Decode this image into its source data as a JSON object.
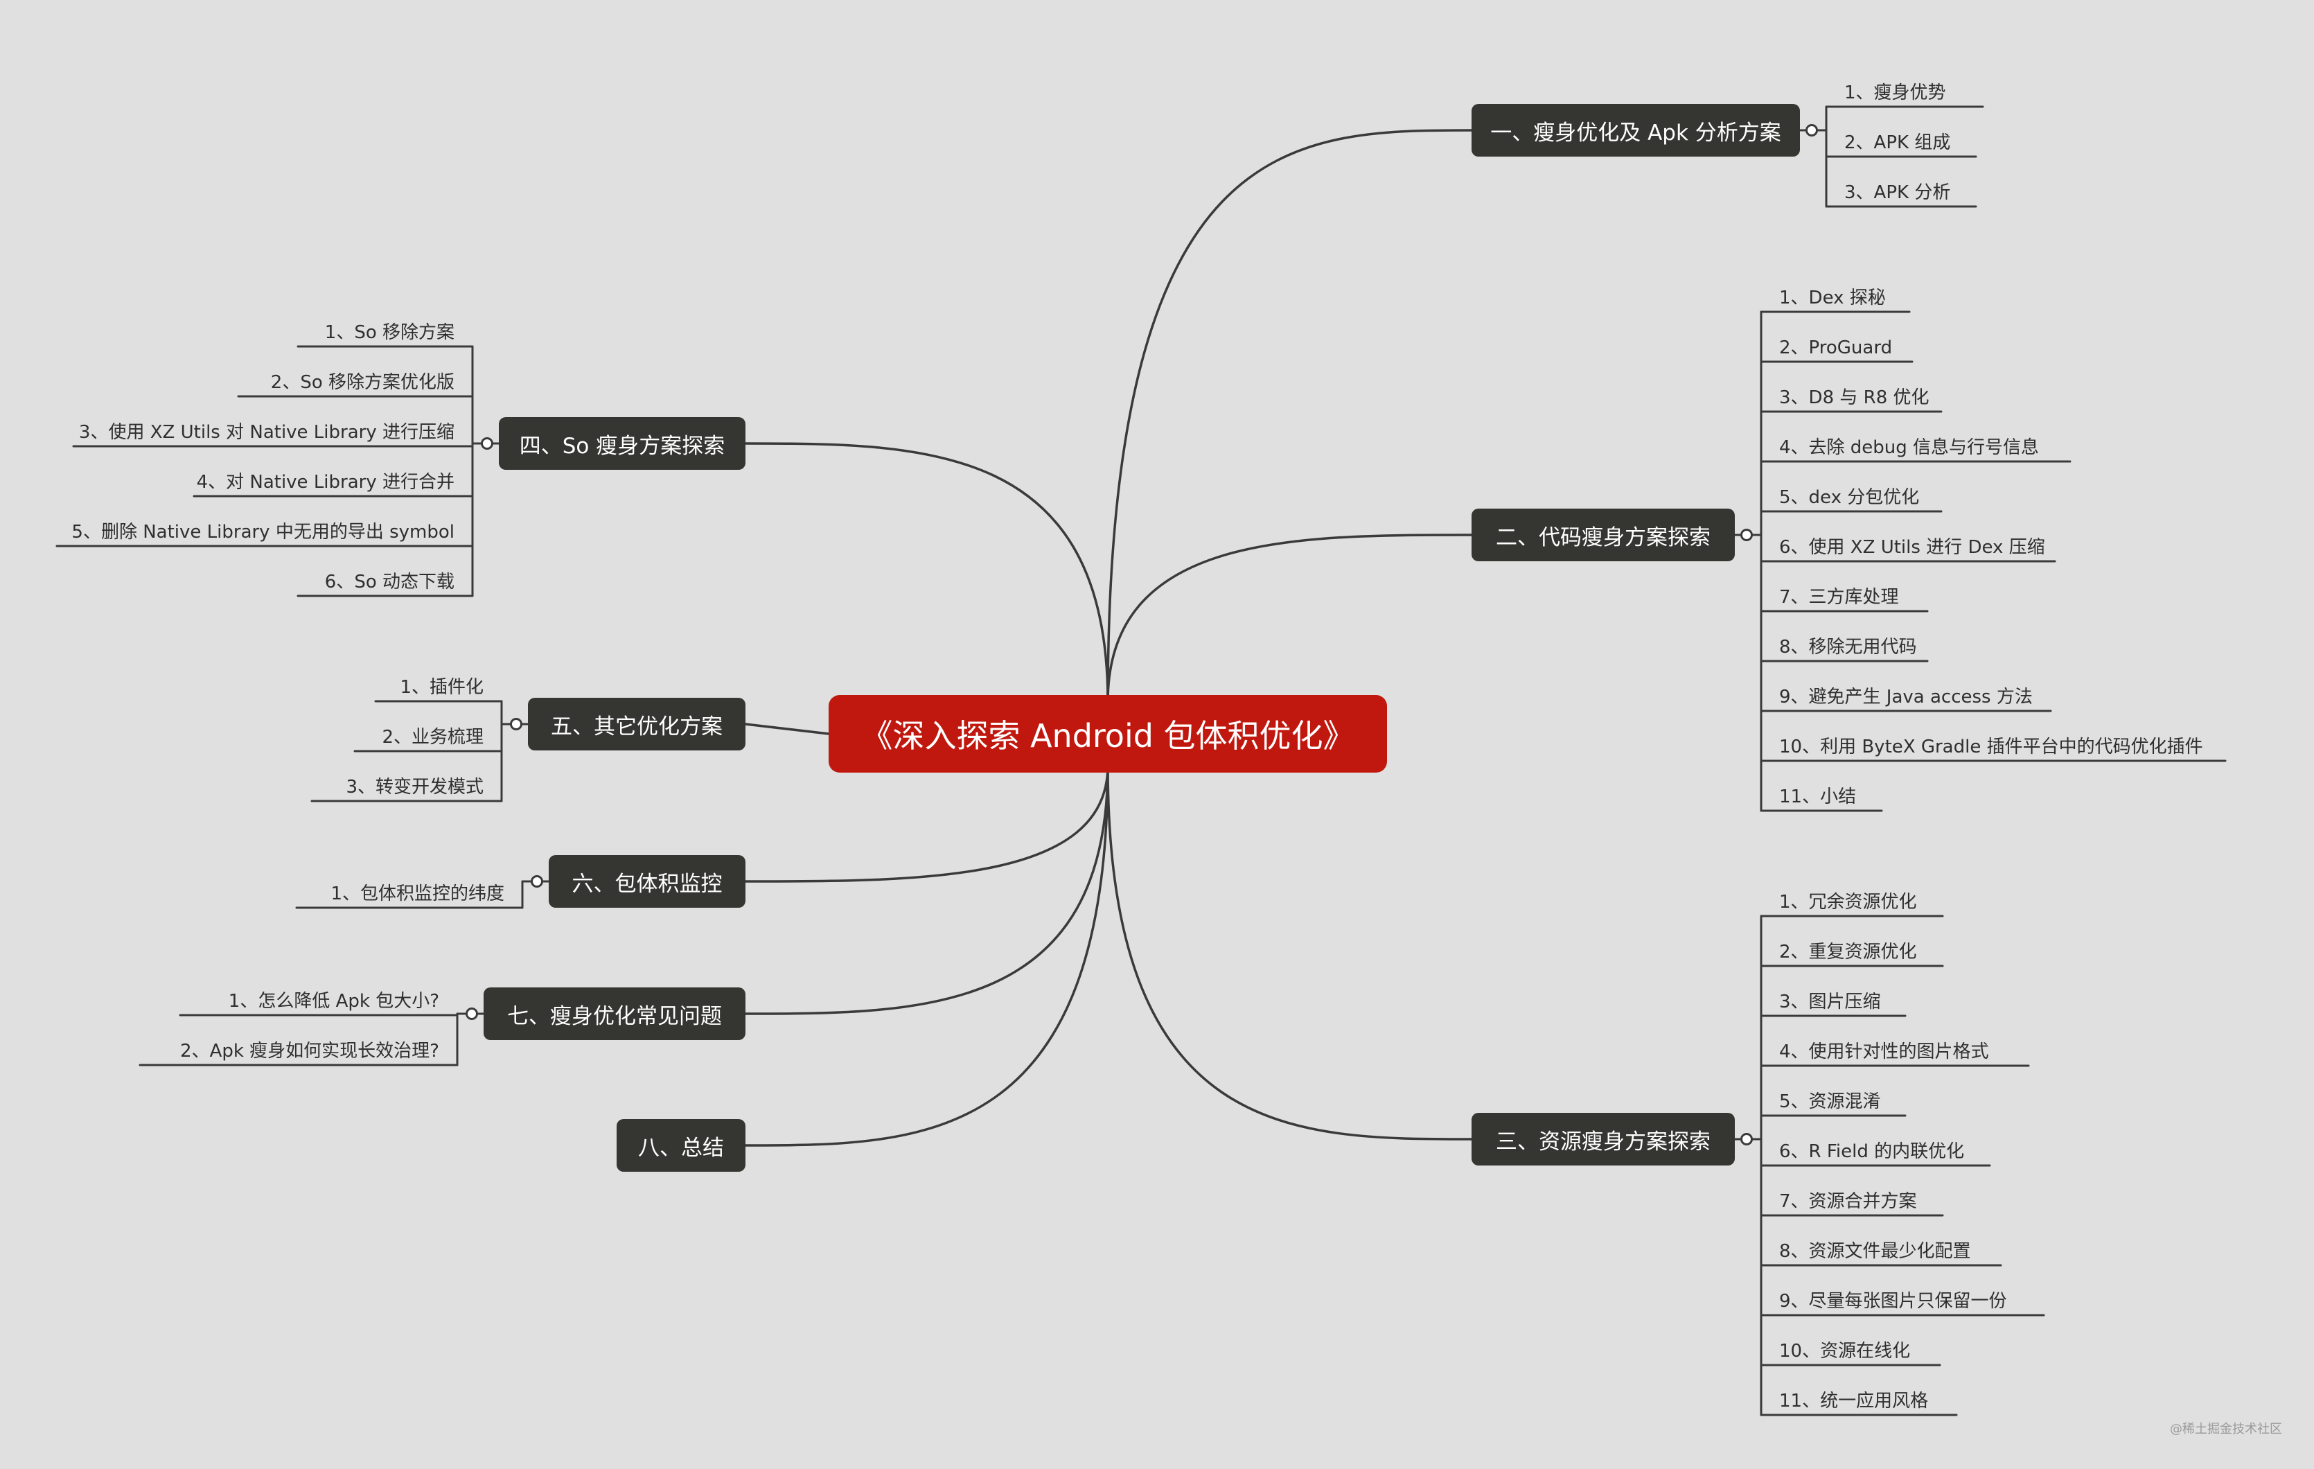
{
  "diagram": {
    "root": {
      "label": "《深入探索 Android 包体积优化》"
    },
    "branches": [
      {
        "label": "一、瘦身优化及 Apk 分析方案",
        "children": [
          "1、瘦身优势",
          "2、APK 组成",
          "3、APK 分析"
        ]
      },
      {
        "label": "二、代码瘦身方案探索",
        "children": [
          "1、Dex 探秘",
          "2、ProGuard",
          "3、D8 与 R8 优化",
          "4、去除 debug 信息与行号信息",
          "5、dex 分包优化",
          "6、使用 XZ Utils 进行 Dex 压缩",
          "7、三方库处理",
          "8、移除无用代码",
          "9、避免产生 Java access 方法",
          "10、利用 ByteX Gradle 插件平台中的代码优化插件",
          "11、小结"
        ]
      },
      {
        "label": "三、资源瘦身方案探索",
        "children": [
          "1、冗余资源优化",
          "2、重复资源优化",
          "3、图片压缩",
          "4、使用针对性的图片格式",
          "5、资源混淆",
          "6、R Field 的内联优化",
          "7、资源合并方案",
          "8、资源文件最少化配置",
          "9、尽量每张图片只保留一份",
          "10、资源在线化",
          "11、统一应用风格"
        ]
      },
      {
        "label": "四、So 瘦身方案探索",
        "children": [
          "1、So 移除方案",
          "2、So 移除方案优化版",
          "3、使用 XZ Utils 对 Native Library 进行压缩",
          "4、对 Native Library 进行合并",
          "5、删除 Native Library 中无用的导出 symbol",
          "6、So 动态下载"
        ]
      },
      {
        "label": "五、其它优化方案",
        "children": [
          "1、插件化",
          "2、业务梳理",
          "3、转变开发模式"
        ]
      },
      {
        "label": "六、包体积监控",
        "children": [
          "1、包体积监控的纬度"
        ]
      },
      {
        "label": "七、瘦身优化常见问题",
        "children": [
          "1、怎么降低 Apk 包大小?",
          "2、Apk 瘦身如何实现长效治理?"
        ]
      },
      {
        "label": "八、总结",
        "children": []
      }
    ]
  },
  "watermark": "@稀土掘金技术社区",
  "colors": {
    "background": "#e0e0e0",
    "root_fill": "#c0180f",
    "branch_fill": "#353631",
    "line": "#3a3a3a",
    "leaf_text": "#2f2f2f"
  }
}
